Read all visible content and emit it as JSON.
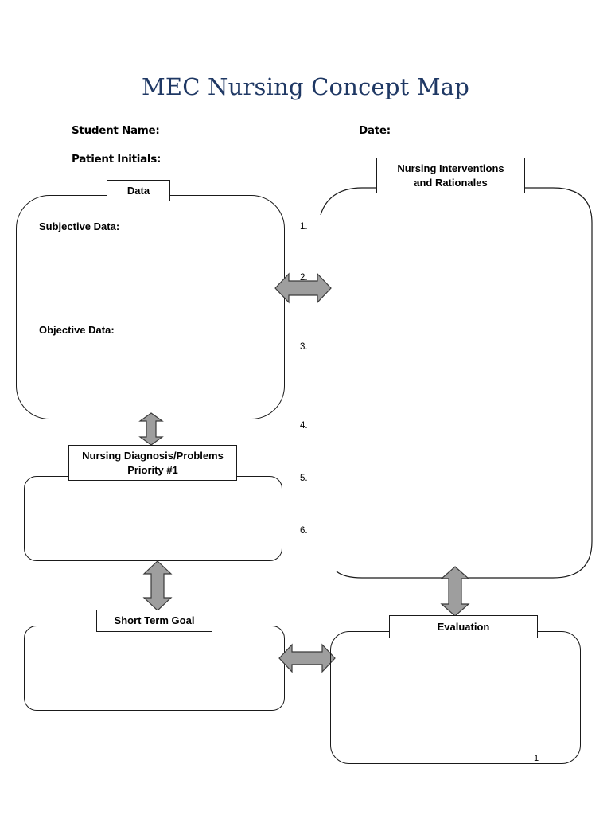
{
  "document": {
    "title": "MEC Nursing Concept Map"
  },
  "header_fields": {
    "student_name_label": "Student Name:",
    "date_label": "Date:",
    "patient_initials_label": "Patient Initials:"
  },
  "data_box": {
    "label": "Data",
    "subjective_label": "Subjective Data:",
    "objective_label": "Objective Data:"
  },
  "interventions_box": {
    "label_line1": "Nursing Interventions",
    "label_line2": "and Rationales",
    "numbers": [
      "1.",
      "2.",
      "3.",
      "4.",
      "5.",
      "6."
    ]
  },
  "diagnosis_box": {
    "label_line1": "Nursing Diagnosis/Problems",
    "label_line2": "Priority #1"
  },
  "goal_box": {
    "label": "Short Term Goal"
  },
  "evaluation_box": {
    "label": "Evaluation"
  },
  "footer": {
    "page_number": "1"
  },
  "colors": {
    "title": "#1f3864",
    "rule": "#5b9bd5",
    "arrow_fill": "#9e9e9e"
  }
}
